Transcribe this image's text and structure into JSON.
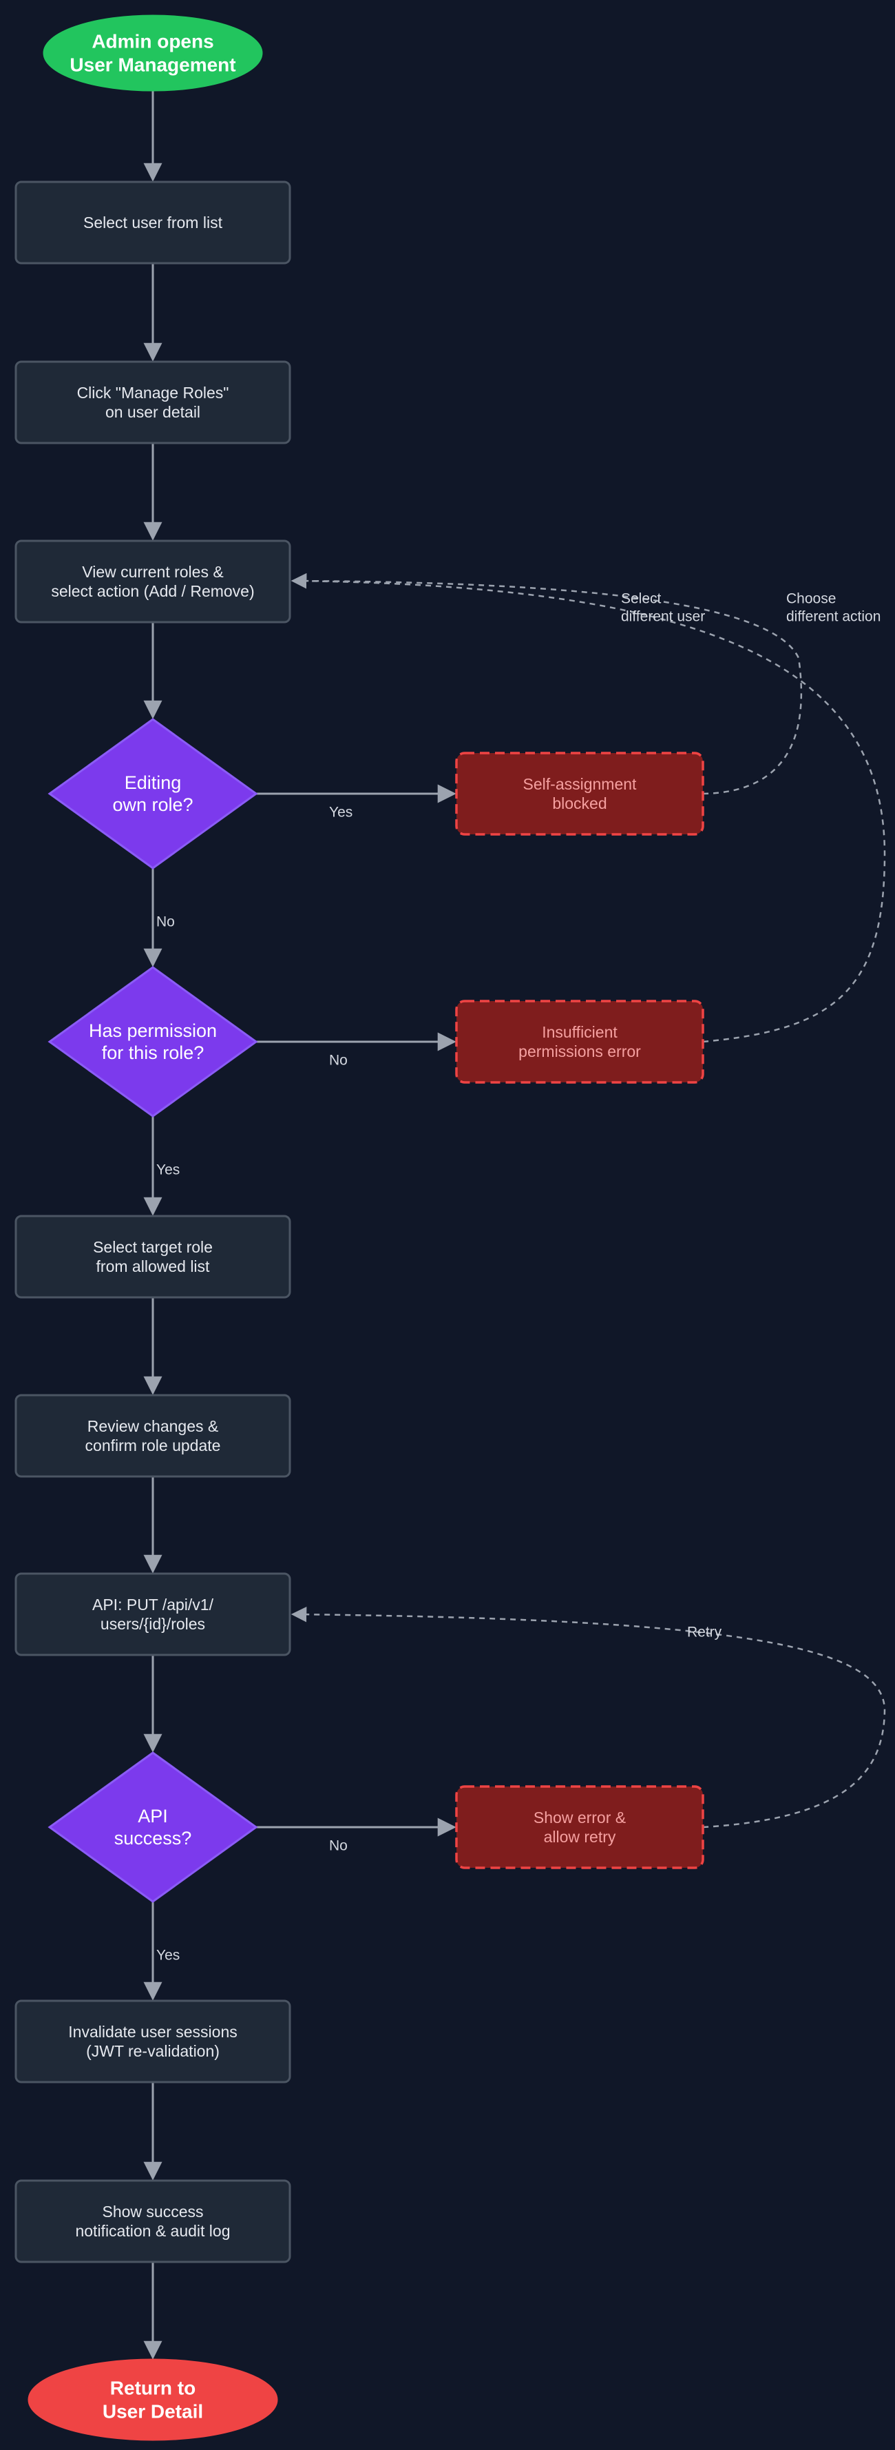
{
  "colors": {
    "background": "#101728",
    "process_fill": "#1f2937",
    "process_stroke": "#4b5563",
    "decision_fill": "#7c3aed",
    "decision_stroke": "#8b5cf6",
    "start_fill": "#22c55e",
    "end_fill": "#ef4444",
    "error_fill": "#7f1d1d",
    "error_stroke": "#ef4444",
    "edge": "#9ca3af"
  },
  "nodes": {
    "start": [
      "Admin opens",
      "User Management"
    ],
    "select_user": [
      "Select user from list"
    ],
    "manage_roles": [
      "Click \"Manage Roles\"",
      "on user detail"
    ],
    "view_roles": [
      "View current roles &",
      "select action (Add / Remove)"
    ],
    "editing_own": [
      "Editing",
      "own role?"
    ],
    "self_blocked": [
      "Self-assignment",
      "blocked"
    ],
    "has_permission": [
      "Has permission",
      "for this role?"
    ],
    "insufficient": [
      "Insufficient",
      "permissions error"
    ],
    "select_target": [
      "Select target role",
      "from allowed list"
    ],
    "review": [
      "Review changes &",
      "confirm role update"
    ],
    "api_call": [
      "API: PUT /api/v1/",
      "users/{id}/roles"
    ],
    "api_success": [
      "API",
      "success?"
    ],
    "show_error": [
      "Show error &",
      "allow retry"
    ],
    "invalidate": [
      "Invalidate user sessions",
      "(JWT re-validation)"
    ],
    "show_success": [
      "Show success",
      "notification & audit log"
    ],
    "end": [
      "Return to",
      "User Detail"
    ]
  },
  "edges": {
    "yes": "Yes",
    "no": "No",
    "select_different_user": [
      "Select",
      "different user"
    ],
    "choose_different_action": [
      "Choose",
      "different action"
    ],
    "retry": "Retry"
  }
}
